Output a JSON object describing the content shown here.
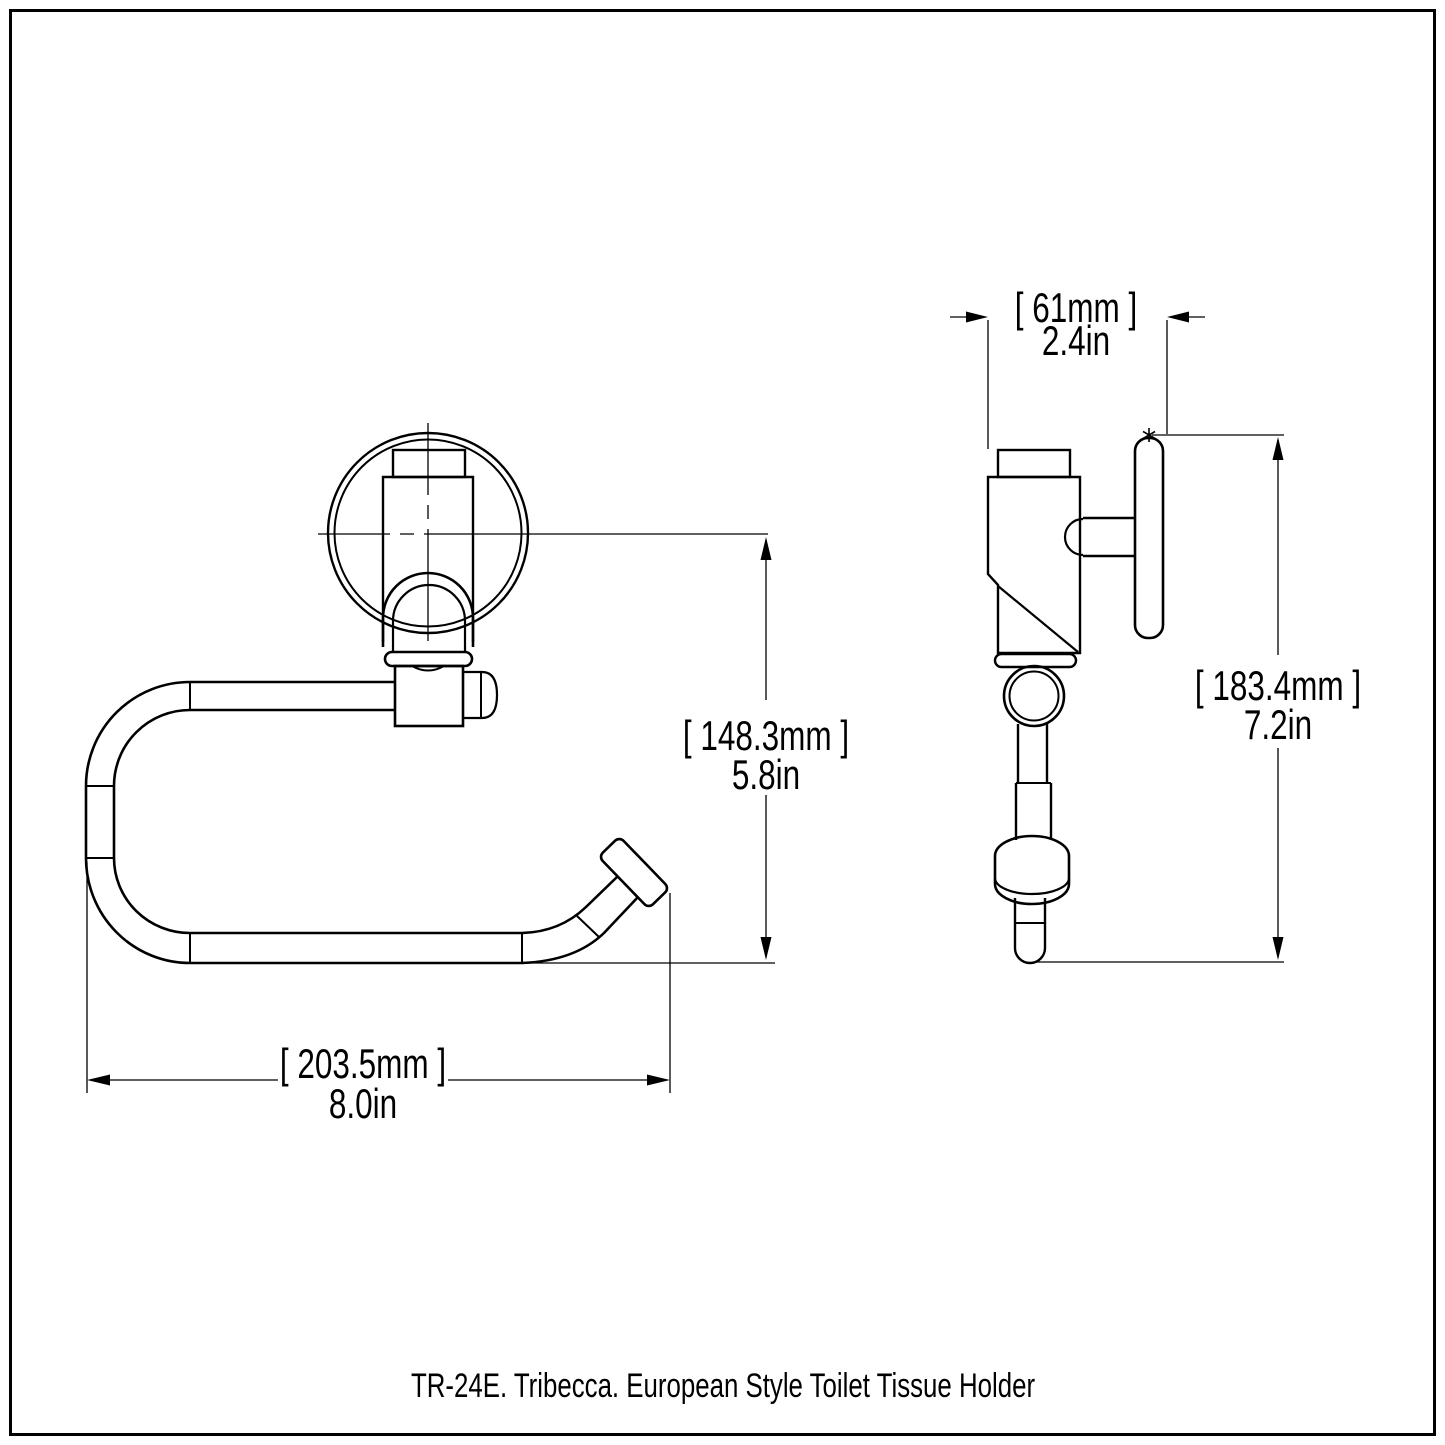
{
  "drawing": {
    "title": "TR-24E. Tribecca. European Style Toilet Tissue Holder"
  },
  "dimensions": {
    "front_width": {
      "metric": "[ 203.5mm ]",
      "imperial": "8.0in"
    },
    "front_height": {
      "metric": "[ 148.3mm ]",
      "imperial": "5.8in"
    },
    "side_depth": {
      "metric": "[ 61mm ]",
      "imperial": "2.4in"
    },
    "side_height": {
      "metric": "[ 183.4mm ]",
      "imperial": "7.2in"
    }
  },
  "colors": {
    "line": "#000000",
    "background": "#ffffff"
  }
}
